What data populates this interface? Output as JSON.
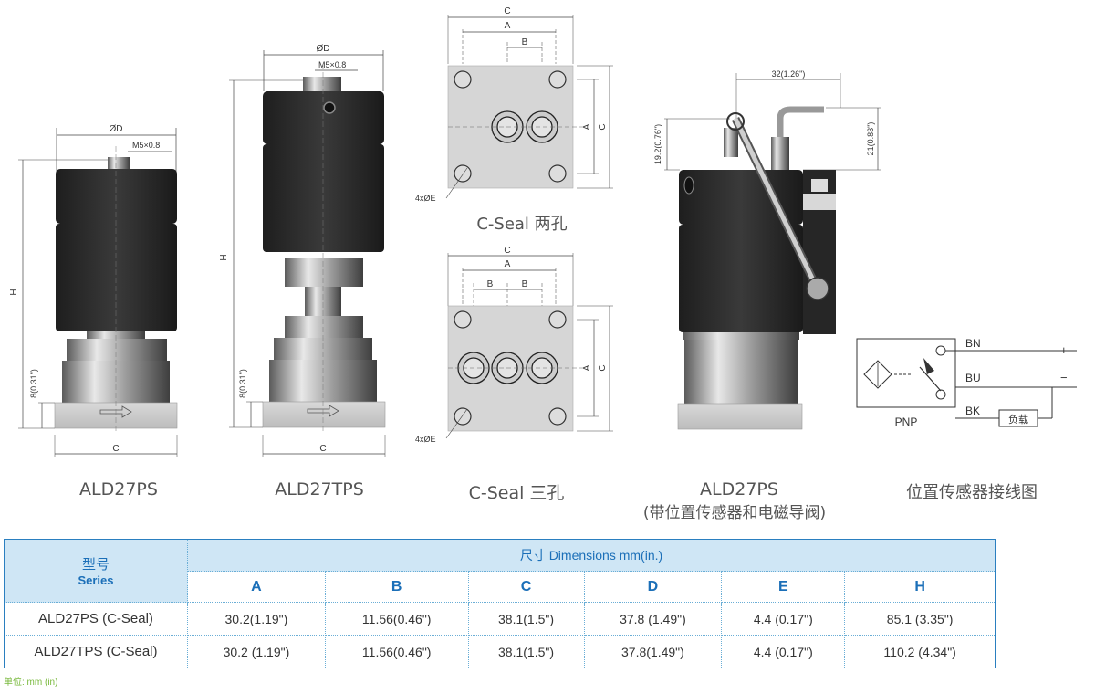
{
  "drawings": {
    "ald27ps": {
      "dim_top": "ØD",
      "port": "M5×0.8",
      "height": "H",
      "base": "8(0.31\")",
      "width": "C"
    },
    "ald27tps": {
      "dim_top": "ØD",
      "port": "M5×0.8",
      "height": "H",
      "base": "8(0.31\")",
      "width": "C"
    },
    "seal_two": {
      "c": "C",
      "a": "A",
      "b": "B",
      "side_a": "A",
      "side_c": "C",
      "holes": "4xØE"
    },
    "seal_three": {
      "c": "C",
      "a": "A",
      "b1": "B",
      "b2": "B",
      "side_a": "A",
      "side_c": "C",
      "holes": "4xØE"
    },
    "sensor_version": {
      "top": "32(1.26\")",
      "left": "19.2(0.76\")",
      "right": "21(0.83\")"
    },
    "wiring": {
      "bn": "BN",
      "bu": "BU",
      "bk": "BK",
      "plus": "+",
      "minus": "−",
      "load": "负载",
      "pnp": "PNP"
    }
  },
  "captions": {
    "ald27ps": "ALD27PS",
    "ald27tps": "ALD27TPS",
    "seal_two": "C-Seal 两孔",
    "seal_three": "C-Seal 三孔",
    "sensor_line1": "ALD27PS",
    "sensor_line2": "(带位置传感器和电磁导阀)",
    "wiring": "位置传感器接线图"
  },
  "table": {
    "series_cn": "型号",
    "series_en": "Series",
    "dims_header": "尺寸 Dimensions   mm(in.)",
    "columns": [
      "A",
      "B",
      "C",
      "D",
      "E",
      "H"
    ],
    "rows": [
      {
        "model": "ALD27PS (C-Seal)",
        "values": [
          "30.2(1.19\")",
          "11.56(0.46\")",
          "38.1(1.5\")",
          "37.8 (1.49\")",
          "4.4 (0.17\")",
          "85.1 (3.35\")"
        ]
      },
      {
        "model": "ALD27TPS (C-Seal)",
        "values": [
          "30.2 (1.19\")",
          "11.56(0.46\")",
          "38.1(1.5\")",
          "37.8(1.49\")",
          "4.4 (0.17\")",
          "110.2 (4.34\")"
        ]
      }
    ]
  },
  "unit_note": "单位: mm (in)",
  "colors": {
    "accent": "#1b6fb8",
    "header_bg": "#cfe6f5",
    "body_dark": "#2b2b2b",
    "unit_note": "#79b93d"
  }
}
